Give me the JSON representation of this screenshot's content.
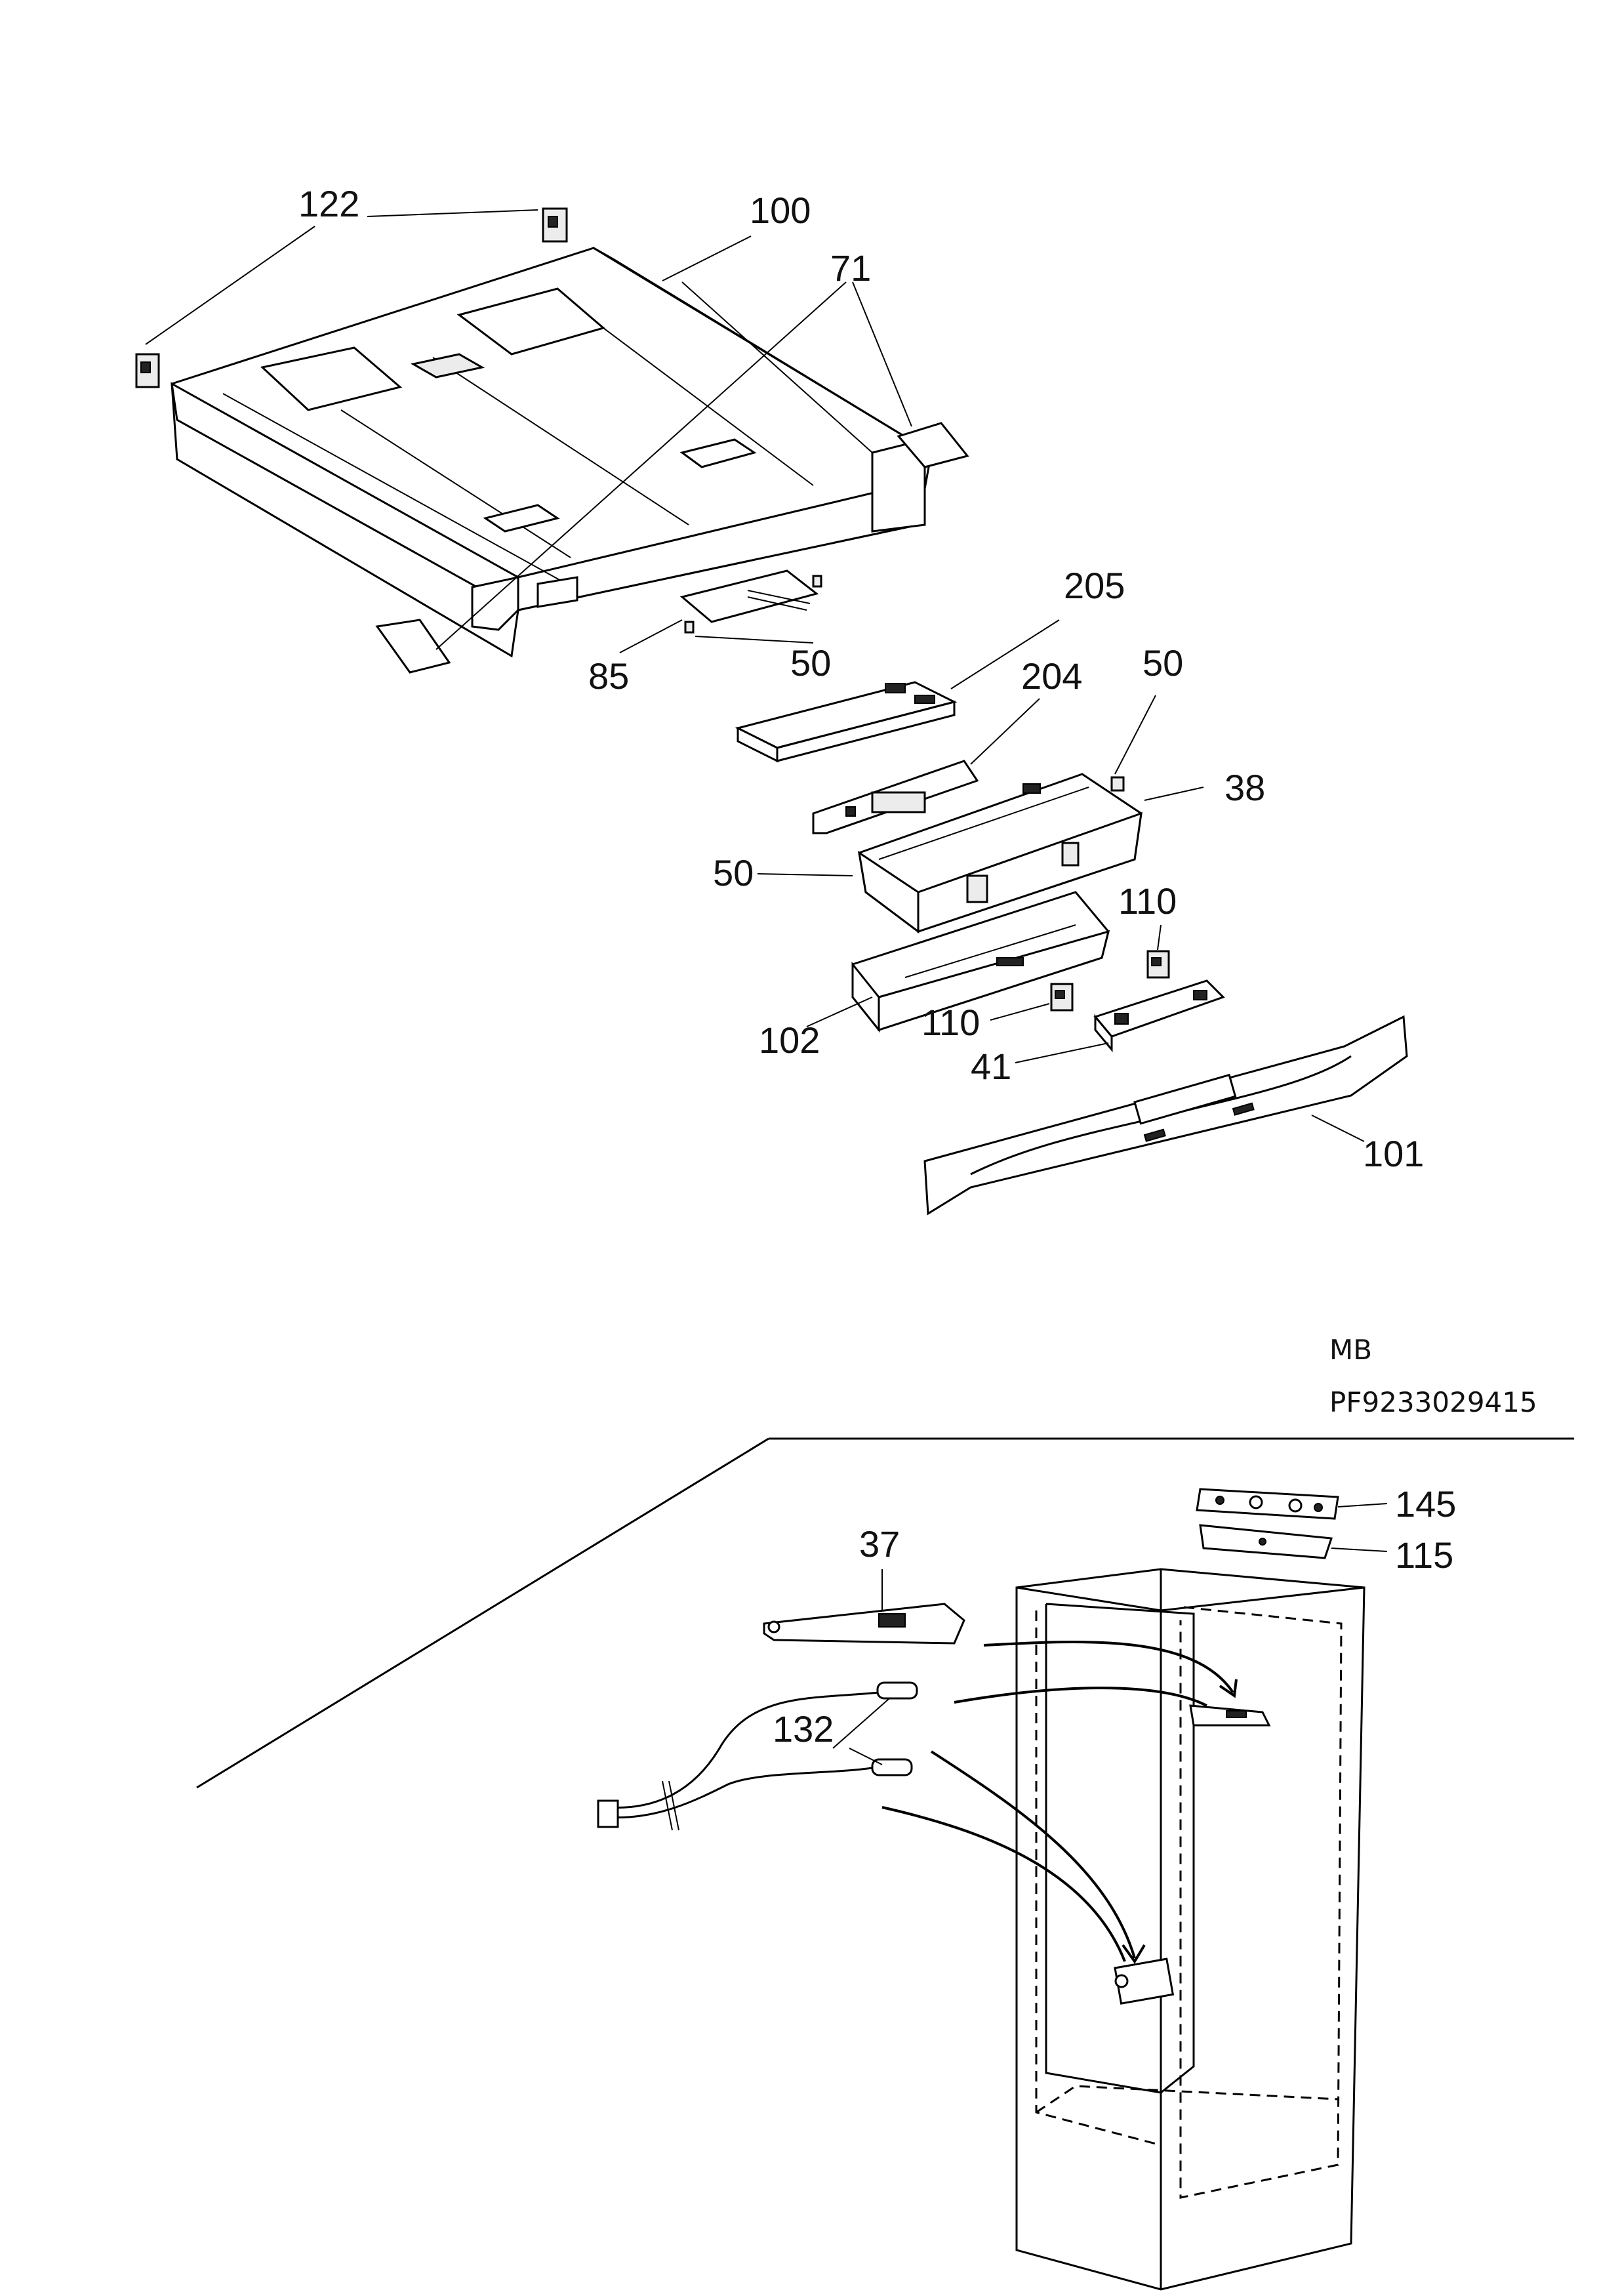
{
  "diagram": {
    "callouts": {
      "c122": "122",
      "c100": "100",
      "c71": "71",
      "c205": "205",
      "c85": "85",
      "c50a": "50",
      "c204": "204",
      "c50b": "50",
      "c38": "38",
      "c50c": "50",
      "c110a": "110",
      "c102": "102",
      "c110b": "110",
      "c41": "41",
      "c101": "101",
      "c145": "145",
      "c115": "115",
      "c37": "37",
      "c132": "132"
    },
    "header": {
      "code": "MB",
      "part_number": "PF9233029415"
    }
  }
}
